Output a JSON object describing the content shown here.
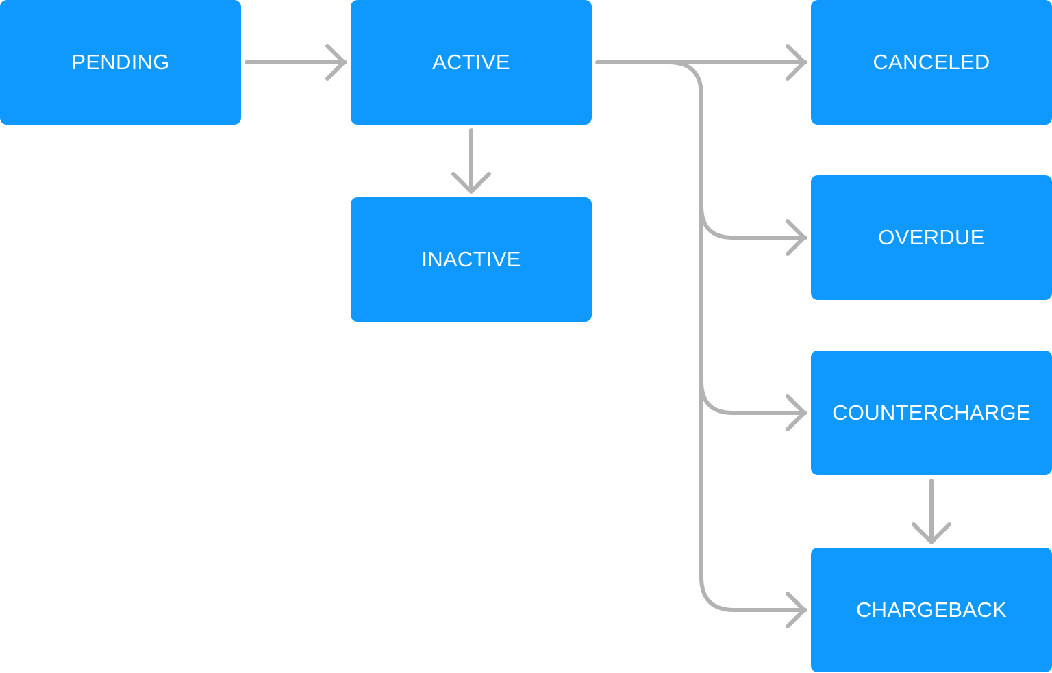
{
  "colors": {
    "node_fill": "#0f99ff",
    "node_text": "#ffffff",
    "connector": "#b3b3b3",
    "background": "#ffffff"
  },
  "nodes": {
    "pending": {
      "label": "PENDING"
    },
    "active": {
      "label": "ACTIVE"
    },
    "inactive": {
      "label": "INACTIVE"
    },
    "canceled": {
      "label": "CANCELED"
    },
    "overdue": {
      "label": "OVERDUE"
    },
    "countercharge": {
      "label": "COUNTERCHARGE"
    },
    "chargeback": {
      "label": "CHARGEBACK"
    }
  },
  "edges": [
    {
      "from": "PENDING",
      "to": "ACTIVE"
    },
    {
      "from": "ACTIVE",
      "to": "INACTIVE"
    },
    {
      "from": "ACTIVE",
      "to": "CANCELED"
    },
    {
      "from": "ACTIVE",
      "to": "OVERDUE"
    },
    {
      "from": "ACTIVE",
      "to": "COUNTERCHARGE"
    },
    {
      "from": "ACTIVE",
      "to": "CHARGEBACK"
    },
    {
      "from": "COUNTERCHARGE",
      "to": "CHARGEBACK"
    }
  ]
}
